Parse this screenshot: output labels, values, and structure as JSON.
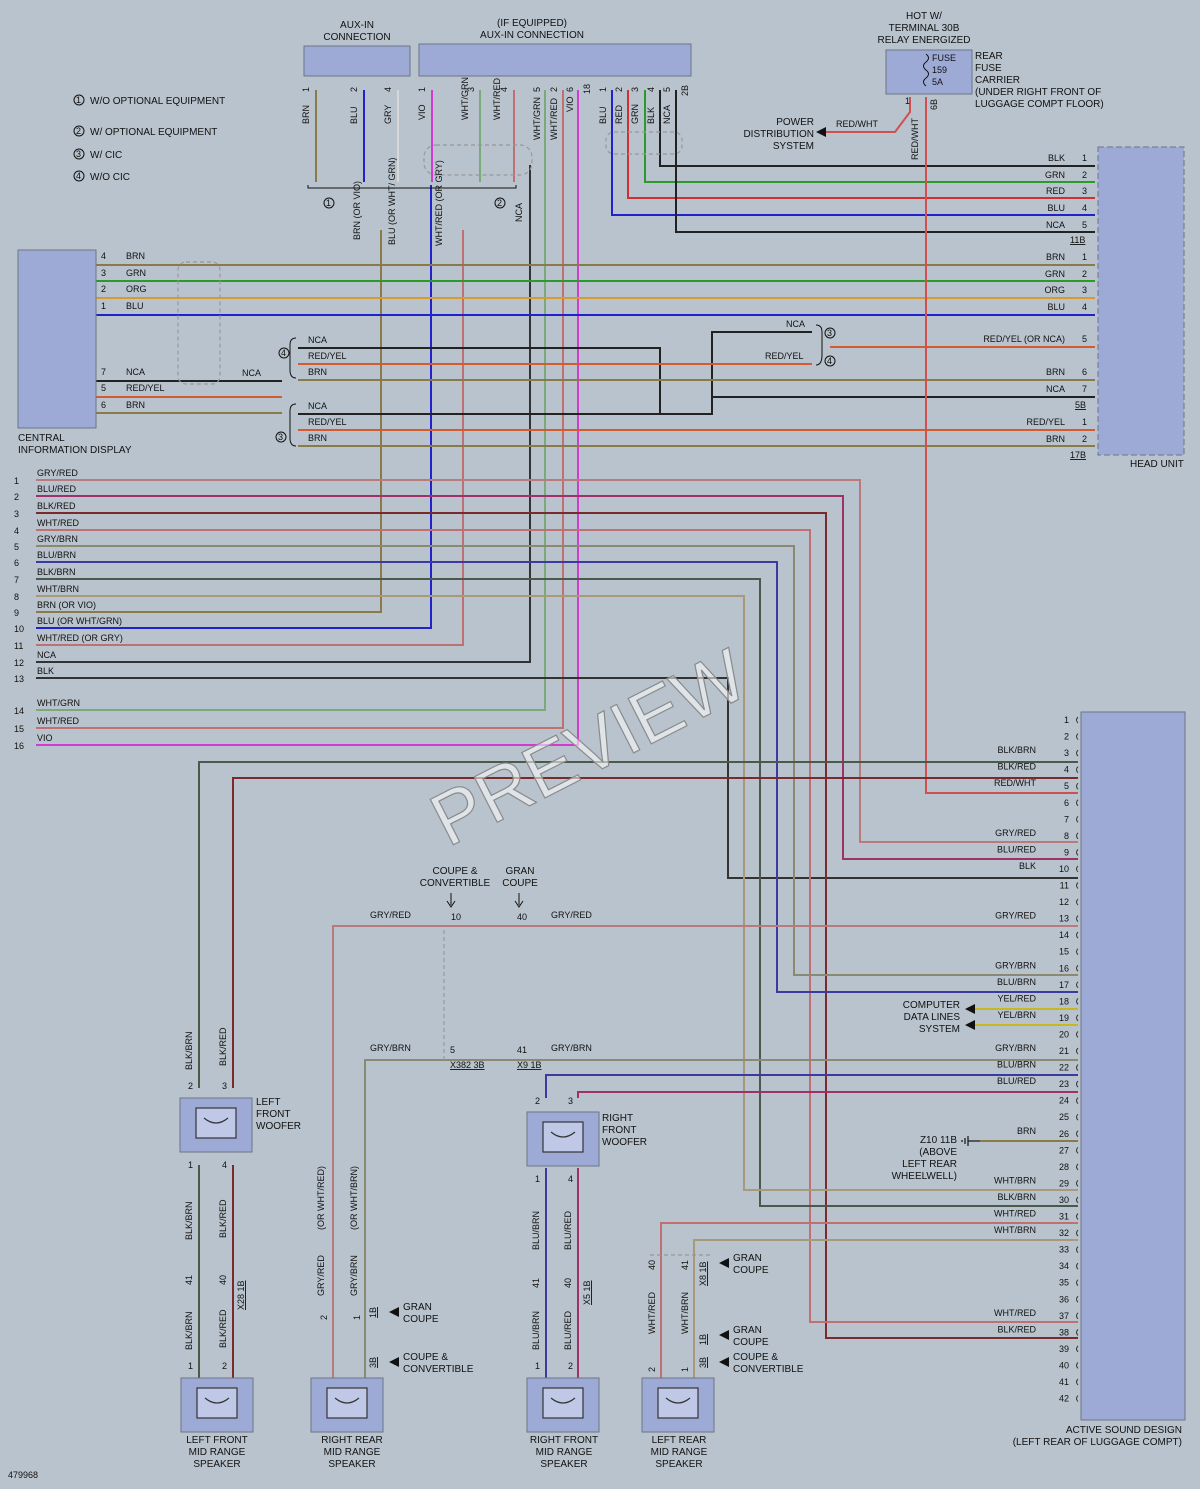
{
  "diagram": {
    "ref_number": "479968",
    "watermark": "PREVIEW",
    "legend": [
      {
        "num": "1",
        "text": "W/O OPTIONAL EQUIPMENT"
      },
      {
        "num": "2",
        "text": "W/ OPTIONAL EQUIPMENT"
      },
      {
        "num": "3",
        "text": "W/ CIC"
      },
      {
        "num": "4",
        "text": "W/O CIC"
      }
    ],
    "aux_in": {
      "title_l1": "AUX-IN",
      "title_l2": "CONNECTION",
      "pins": [
        {
          "wire": "BRN",
          "pin": "1"
        },
        {
          "wire": "BLU",
          "pin": "2"
        },
        {
          "wire": "GRY",
          "pin": "4"
        }
      ]
    },
    "aux_in_equipped": {
      "title_l1": "(IF EQUIPPED)",
      "title_l2": "AUX-IN CONNECTION",
      "pins": [
        {
          "wire": "VIO",
          "pin": "1"
        },
        {
          "wire": "WHT/GRN",
          "pin": "3"
        },
        {
          "wire": "WHT/RED",
          "pin": "4"
        },
        {
          "wire": "WHT/GRN",
          "pin": "5"
        },
        {
          "wire": "WHT/RED",
          "pin": "2"
        },
        {
          "wire": "VIO",
          "pin": "6"
        },
        {
          "wire": "18",
          "pin": ""
        },
        {
          "wire": "BLU",
          "pin": "1"
        },
        {
          "wire": "RED",
          "pin": "2"
        },
        {
          "wire": "GRN",
          "pin": "3"
        },
        {
          "wire": "BLK",
          "pin": "4"
        },
        {
          "wire": "NCA",
          "pin": "5"
        },
        {
          "wire": "2B",
          "pin": ""
        }
      ]
    },
    "hot": {
      "l1": "HOT W/",
      "l2": "TERMINAL 30B",
      "l3": "RELAY ENERGIZED"
    },
    "fuse": {
      "l1": "FUSE",
      "l2": "159",
      "l3": "5A",
      "pin_left": "1",
      "pin_right": "6B"
    },
    "fuse_carrier": {
      "l1": "REAR",
      "l2": "FUSE",
      "l3": "CARRIER",
      "l4": "(UNDER RIGHT FRONT OF",
      "l5": "LUGGAGE COMPT FLOOR)"
    },
    "power_dist": {
      "l1": "POWER",
      "l2": "DISTRIBUTION",
      "l3": "SYSTEM",
      "wire": "RED/WHT",
      "vwire": "RED/WHT"
    },
    "mid_labels": {
      "brn_or_vio": "BRN (OR VIO)",
      "blu_or": "BLU (OR WHT/ GRN)",
      "whtred_or": "WHT/RED (OR GRY)",
      "nca": "NCA",
      "circ1": "1",
      "circ2": "2"
    },
    "cid": {
      "name_l1": "CENTRAL",
      "name_l2": "INFORMATION DISPLAY",
      "pins_top": [
        {
          "pin": "4",
          "wire": "BRN"
        },
        {
          "pin": "3",
          "wire": "GRN"
        },
        {
          "pin": "2",
          "wire": "ORG"
        },
        {
          "pin": "1",
          "wire": "BLU"
        }
      ],
      "pins_bottom": [
        {
          "pin": "7",
          "wire": "NCA"
        },
        {
          "pin": "5",
          "wire": "RED/YEL"
        },
        {
          "pin": "6",
          "wire": "BRN"
        }
      ],
      "nca_mid": "NCA"
    },
    "head_unit": {
      "name": "HEAD UNIT",
      "conn_11b": [
        {
          "wire": "BLK",
          "pin": "1"
        },
        {
          "wire": "GRN",
          "pin": "2"
        },
        {
          "wire": "RED",
          "pin": "3"
        },
        {
          "wire": "BLU",
          "pin": "4"
        },
        {
          "wire": "NCA",
          "pin": "5"
        }
      ],
      "conn_11b_name": "11B",
      "conn_5b": [
        {
          "wire": "BRN",
          "pin": "1"
        },
        {
          "wire": "GRN",
          "pin": "2"
        },
        {
          "wire": "ORG",
          "pin": "3"
        },
        {
          "wire": "BLU",
          "pin": "4"
        },
        {
          "wire": "RED/YEL (OR NCA)",
          "pin": "5"
        },
        {
          "wire": "BRN",
          "pin": "6"
        },
        {
          "wire": "NCA",
          "pin": "7"
        }
      ],
      "conn_5b_name": "5B",
      "conn_17b": [
        {
          "wire": "RED/YEL",
          "pin": "1"
        },
        {
          "wire": "BRN",
          "pin": "2"
        }
      ],
      "conn_17b_name": "17B",
      "nca_3": "NCA",
      "redyel_4": "RED/YEL",
      "circ3": "3",
      "circ4": "4"
    },
    "cid_groups": {
      "g4": {
        "circ": "4",
        "wires": [
          "NCA",
          "RED/YEL",
          "BRN"
        ]
      },
      "g3": {
        "circ": "3",
        "wires": [
          "NCA",
          "RED/YEL",
          "BRN"
        ]
      }
    },
    "left_wires": [
      {
        "pin": "1",
        "wire": "GRY/RED"
      },
      {
        "pin": "2",
        "wire": "BLU/RED"
      },
      {
        "pin": "3",
        "wire": "BLK/RED"
      },
      {
        "pin": "4",
        "wire": "WHT/RED"
      },
      {
        "pin": "5",
        "wire": "GRY/BRN"
      },
      {
        "pin": "6",
        "wire": "BLU/BRN"
      },
      {
        "pin": "7",
        "wire": "BLK/BRN"
      },
      {
        "pin": "8",
        "wire": "WHT/BRN"
      },
      {
        "pin": "9",
        "wire": "BRN (OR VIO)"
      },
      {
        "pin": "10",
        "wire": "BLU (OR WHT/GRN)"
      },
      {
        "pin": "11",
        "wire": "WHT/RED (OR GRY)"
      },
      {
        "pin": "12",
        "wire": "NCA"
      },
      {
        "pin": "13",
        "wire": "BLK"
      },
      {
        "pin": "14",
        "wire": "WHT/GRN"
      },
      {
        "pin": "15",
        "wire": "WHT/RED"
      },
      {
        "pin": "16",
        "wire": "VIO"
      }
    ],
    "asd": {
      "name_l1": "ACTIVE SOUND DESIGN",
      "name_l2": "(LEFT REAR OF LUGGAGE COMPT)",
      "pins": [
        {
          "pin": "1",
          "wire": ""
        },
        {
          "pin": "2",
          "wire": ""
        },
        {
          "pin": "3",
          "wire": "BLK/BRN"
        },
        {
          "pin": "4",
          "wire": "BLK/RED"
        },
        {
          "pin": "5",
          "wire": "RED/WHT"
        },
        {
          "pin": "6",
          "wire": ""
        },
        {
          "pin": "7",
          "wire": ""
        },
        {
          "pin": "8",
          "wire": "GRY/RED"
        },
        {
          "pin": "9",
          "wire": "BLU/RED"
        },
        {
          "pin": "10",
          "wire": "BLK"
        },
        {
          "pin": "11",
          "wire": ""
        },
        {
          "pin": "12",
          "wire": ""
        },
        {
          "pin": "13",
          "wire": "GRY/RED"
        },
        {
          "pin": "14",
          "wire": ""
        },
        {
          "pin": "15",
          "wire": ""
        },
        {
          "pin": "16",
          "wire": "GRY/BRN"
        },
        {
          "pin": "17",
          "wire": "BLU/BRN"
        },
        {
          "pin": "18",
          "wire": "YEL/RED"
        },
        {
          "pin": "19",
          "wire": "YEL/BRN"
        },
        {
          "pin": "20",
          "wire": ""
        },
        {
          "pin": "21",
          "wire": "GRY/BRN"
        },
        {
          "pin": "22",
          "wire": "BLU/BRN"
        },
        {
          "pin": "23",
          "wire": "BLU/RED"
        },
        {
          "pin": "24",
          "wire": ""
        },
        {
          "pin": "25",
          "wire": ""
        },
        {
          "pin": "26",
          "wire": "BRN"
        },
        {
          "pin": "27",
          "wire": ""
        },
        {
          "pin": "28",
          "wire": ""
        },
        {
          "pin": "29",
          "wire": "WHT/BRN"
        },
        {
          "pin": "30",
          "wire": "BLK/BRN"
        },
        {
          "pin": "31",
          "wire": "WHT/RED"
        },
        {
          "pin": "32",
          "wire": "WHT/BRN"
        },
        {
          "pin": "33",
          "wire": ""
        },
        {
          "pin": "34",
          "wire": ""
        },
        {
          "pin": "35",
          "wire": ""
        },
        {
          "pin": "36",
          "wire": ""
        },
        {
          "pin": "37",
          "wire": "WHT/RED"
        },
        {
          "pin": "38",
          "wire": "BLK/RED"
        },
        {
          "pin": "39",
          "wire": ""
        },
        {
          "pin": "40",
          "wire": ""
        },
        {
          "pin": "41",
          "wire": ""
        },
        {
          "pin": "42",
          "wire": ""
        }
      ]
    },
    "computer_data": {
      "l1": "COMPUTER",
      "l2": "DATA LINES",
      "l3": "SYSTEM"
    },
    "ground": {
      "l1": "Z10 11B",
      "l2": "(ABOVE",
      "l3": "LEFT REAR",
      "l4": "WHEELWELL)"
    },
    "splice": {
      "coupe_conv_l1": "COUPE &",
      "coupe_conv_l2": "CONVERTIBLE",
      "gran_l1": "GRAN",
      "gran_l2": "COUPE",
      "pin10": "10",
      "pin40": "40",
      "pin5": "5",
      "pin41": "41",
      "gryred_l": "GRY/RED",
      "gryred_r": "GRY/RED",
      "grybrn_l": "GRY/BRN",
      "grybrn_r": "GRY/BRN",
      "x382": "X382 3B",
      "x9": "X9 1B"
    },
    "speakers": {
      "lf_woofer": {
        "name_l1": "LEFT",
        "name_l2": "FRONT",
        "name_l3": "WOOFER",
        "w_left": "BLK/BRN",
        "w_right": "BLK/RED",
        "pin_tl": "2",
        "pin_tr": "3",
        "pin_bl": "1",
        "pin_br": "4",
        "w_left2": "BLK/BRN",
        "w_right2": "BLK/RED"
      },
      "rf_woofer": {
        "name_l1": "RIGHT",
        "name_l2": "FRONT",
        "name_l3": "WOOFER",
        "pin_tl": "2",
        "pin_tr": "3",
        "pin_bl": "1",
        "pin_br": "4",
        "w_left2": "BLU/BRN",
        "w_right2": "BLU/RED"
      },
      "lf_mid": {
        "name_l1": "LEFT FRONT",
        "name_l2": "MID RANGE",
        "name_l3": "SPEAKER",
        "w_left": "BLK/BRN",
        "w_right": "BLK/RED",
        "p41": "41",
        "p40": "40",
        "conn": "X28 1B",
        "pin_l": "1",
        "pin_r": "2"
      },
      "rr_mid": {
        "name_l1": "RIGHT REAR",
        "name_l2": "MID RANGE",
        "name_l3": "SPEAKER",
        "w_or1": "(OR WHT/RED)",
        "w_or2": "(OR WHT/BRN)",
        "w_left": "GRY/RED",
        "w_right": "GRY/BRN",
        "pin_l": "2",
        "pin_r": "1",
        "c1b": "1B",
        "c3b": "3B",
        "gran_l1": "GRAN",
        "gran_l2": "COUPE",
        "cc_l1": "COUPE &",
        "cc_l2": "CONVERTIBLE"
      },
      "rf_mid": {
        "name_l1": "RIGHT FRONT",
        "name_l2": "MID RANGE",
        "name_l3": "SPEAKER",
        "w_left": "BLU/BRN",
        "w_right": "BLU/RED",
        "p41": "41",
        "p40": "40",
        "conn": "X5 1B",
        "pin_l": "1",
        "pin_r": "2"
      },
      "lr_mid": {
        "name_l1": "LEFT REAR",
        "name_l2": "MID RANGE",
        "name_l3": "SPEAKER",
        "w_left": "WHT/RED",
        "w_right": "WHT/BRN",
        "p40": "40",
        "p41": "41",
        "conn": "X8 1B",
        "pin_l": "2",
        "pin_r": "1",
        "c1b": "1B",
        "c3b": "3B",
        "gran_l1": "GRAN",
        "gran_l2": "COUPE",
        "gran2_l1": "GRAN",
        "gran2_l2": "COUPE",
        "cc_l1": "COUPE &",
        "cc_l2": "CONVERTIBLE"
      }
    },
    "colors": {
      "brn": "#8a7a48",
      "blu": "#2222cc",
      "gry": "#d8d8d8",
      "vio": "#d23ad2",
      "red": "#d23030",
      "grn": "#2a9a2a",
      "blk": "#222222",
      "org": "#d89a30",
      "yel": "#c8b820",
      "redyel": "#d45a30",
      "whtred": "#c07070",
      "whtgrn": "#7aaa7a",
      "whtbrn": "#a89a78",
      "gryred": "#b87a7a",
      "grybrn": "#8a8a70",
      "blured": "#a0306a",
      "blubrn": "#3a3aa0",
      "blkbrn": "#4a5a4a",
      "blkred": "#7a2a2a",
      "redwht": "#d05050"
    }
  }
}
